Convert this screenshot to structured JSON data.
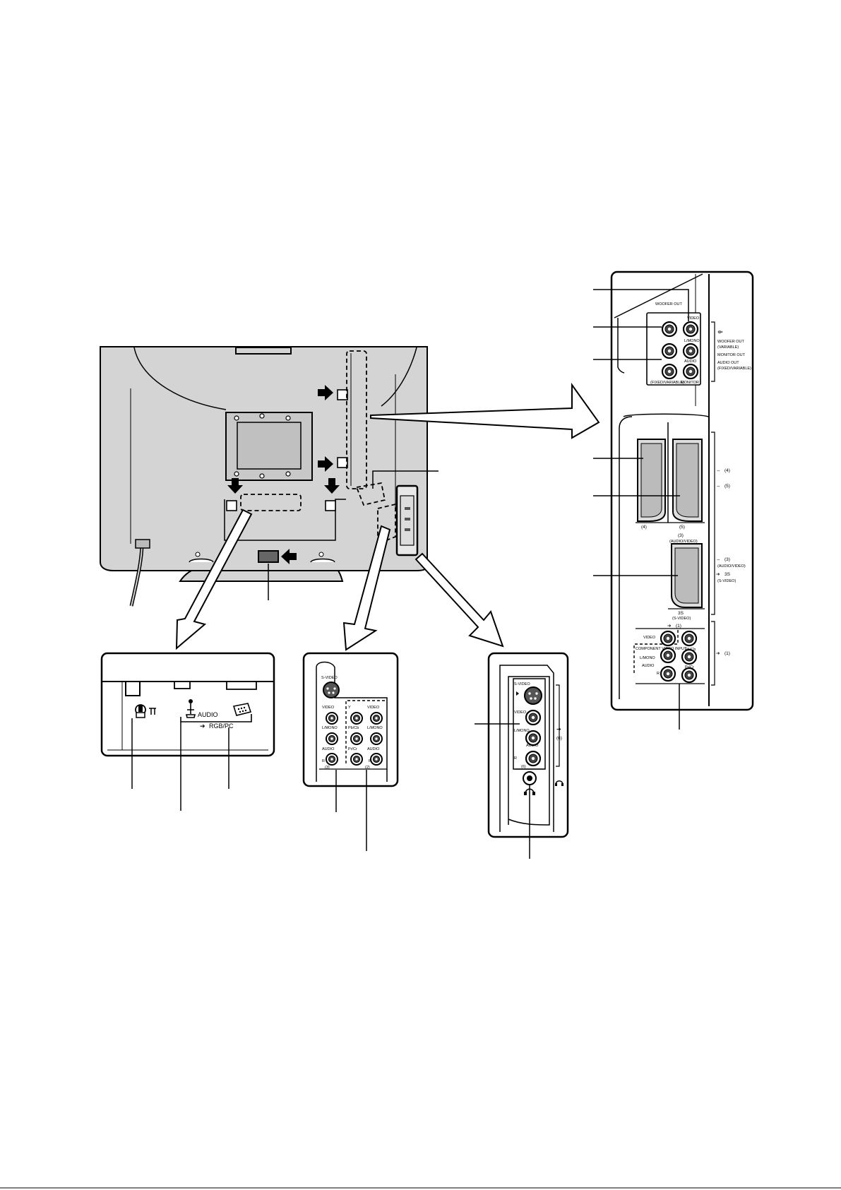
{
  "figure": {
    "antenna_symbol": "antenna-icon",
    "pc_audio_label": "AUDIO",
    "rgb_pc_label": "RGB/PC",
    "side_panel": {
      "s_video": "S-VIDEO",
      "video": "VIDEO",
      "l_mono": "L/MONO",
      "audio": "AUDIO",
      "r": "R",
      "input_label": "(6)"
    },
    "rear_panel": {
      "s_video": "S-VIDEO",
      "video_left": "VIDEO",
      "l_mono_left": "L/MONO",
      "audio_left": "AUDIO",
      "r_left": "R",
      "component_y": "Y",
      "component_pb": "Pb/Cb",
      "component_pr": "Pr/Cr",
      "video_right": "VIDEO",
      "l_mono_right": "L/MONO",
      "audio_right": "AUDIO",
      "r_right": "R",
      "input_3": "(3)",
      "input_2": "(2)"
    },
    "big_panel": {
      "video": "VIDEO",
      "l_mono": "L/MONO",
      "audio": "AUDIO",
      "fixed_variable": "(FIXED/VARIABLE)",
      "monitor": "MONITOR",
      "subwoofer_out": "WOOFER OUT",
      "variable": "(VARIABLE)",
      "monitor_out": "MONITOR OUT",
      "audio_out": "AUDIO OUT",
      "fixed_variable_2": "(FIXED/VARIABLE)",
      "scart_4": "(4)",
      "scart_5": "(5)",
      "scart_3": "(3)",
      "audio_video": "(AUDIO/VIDEO)",
      "s3": "3S",
      "s_video_paren": "(S-VIDEO)",
      "input_1": "(1)",
      "video_1": "VIDEO",
      "component_video_input": "COMPONENT VIDEO INPUT",
      "l_mono_1": "L/MONO",
      "audio_1": "AUDIO",
      "r_1": "R",
      "pb_cb": "Pb/Cb",
      "pr_cr": "Pr/Cr",
      "side_4": "(4)",
      "side_5": "(5)",
      "side_3": "(3)",
      "side_audio_video": "(AUDIO/VIDEO)",
      "side_3s": "3S",
      "side_s_video": "(S-VIDEO)",
      "side_1": "(1)"
    }
  }
}
